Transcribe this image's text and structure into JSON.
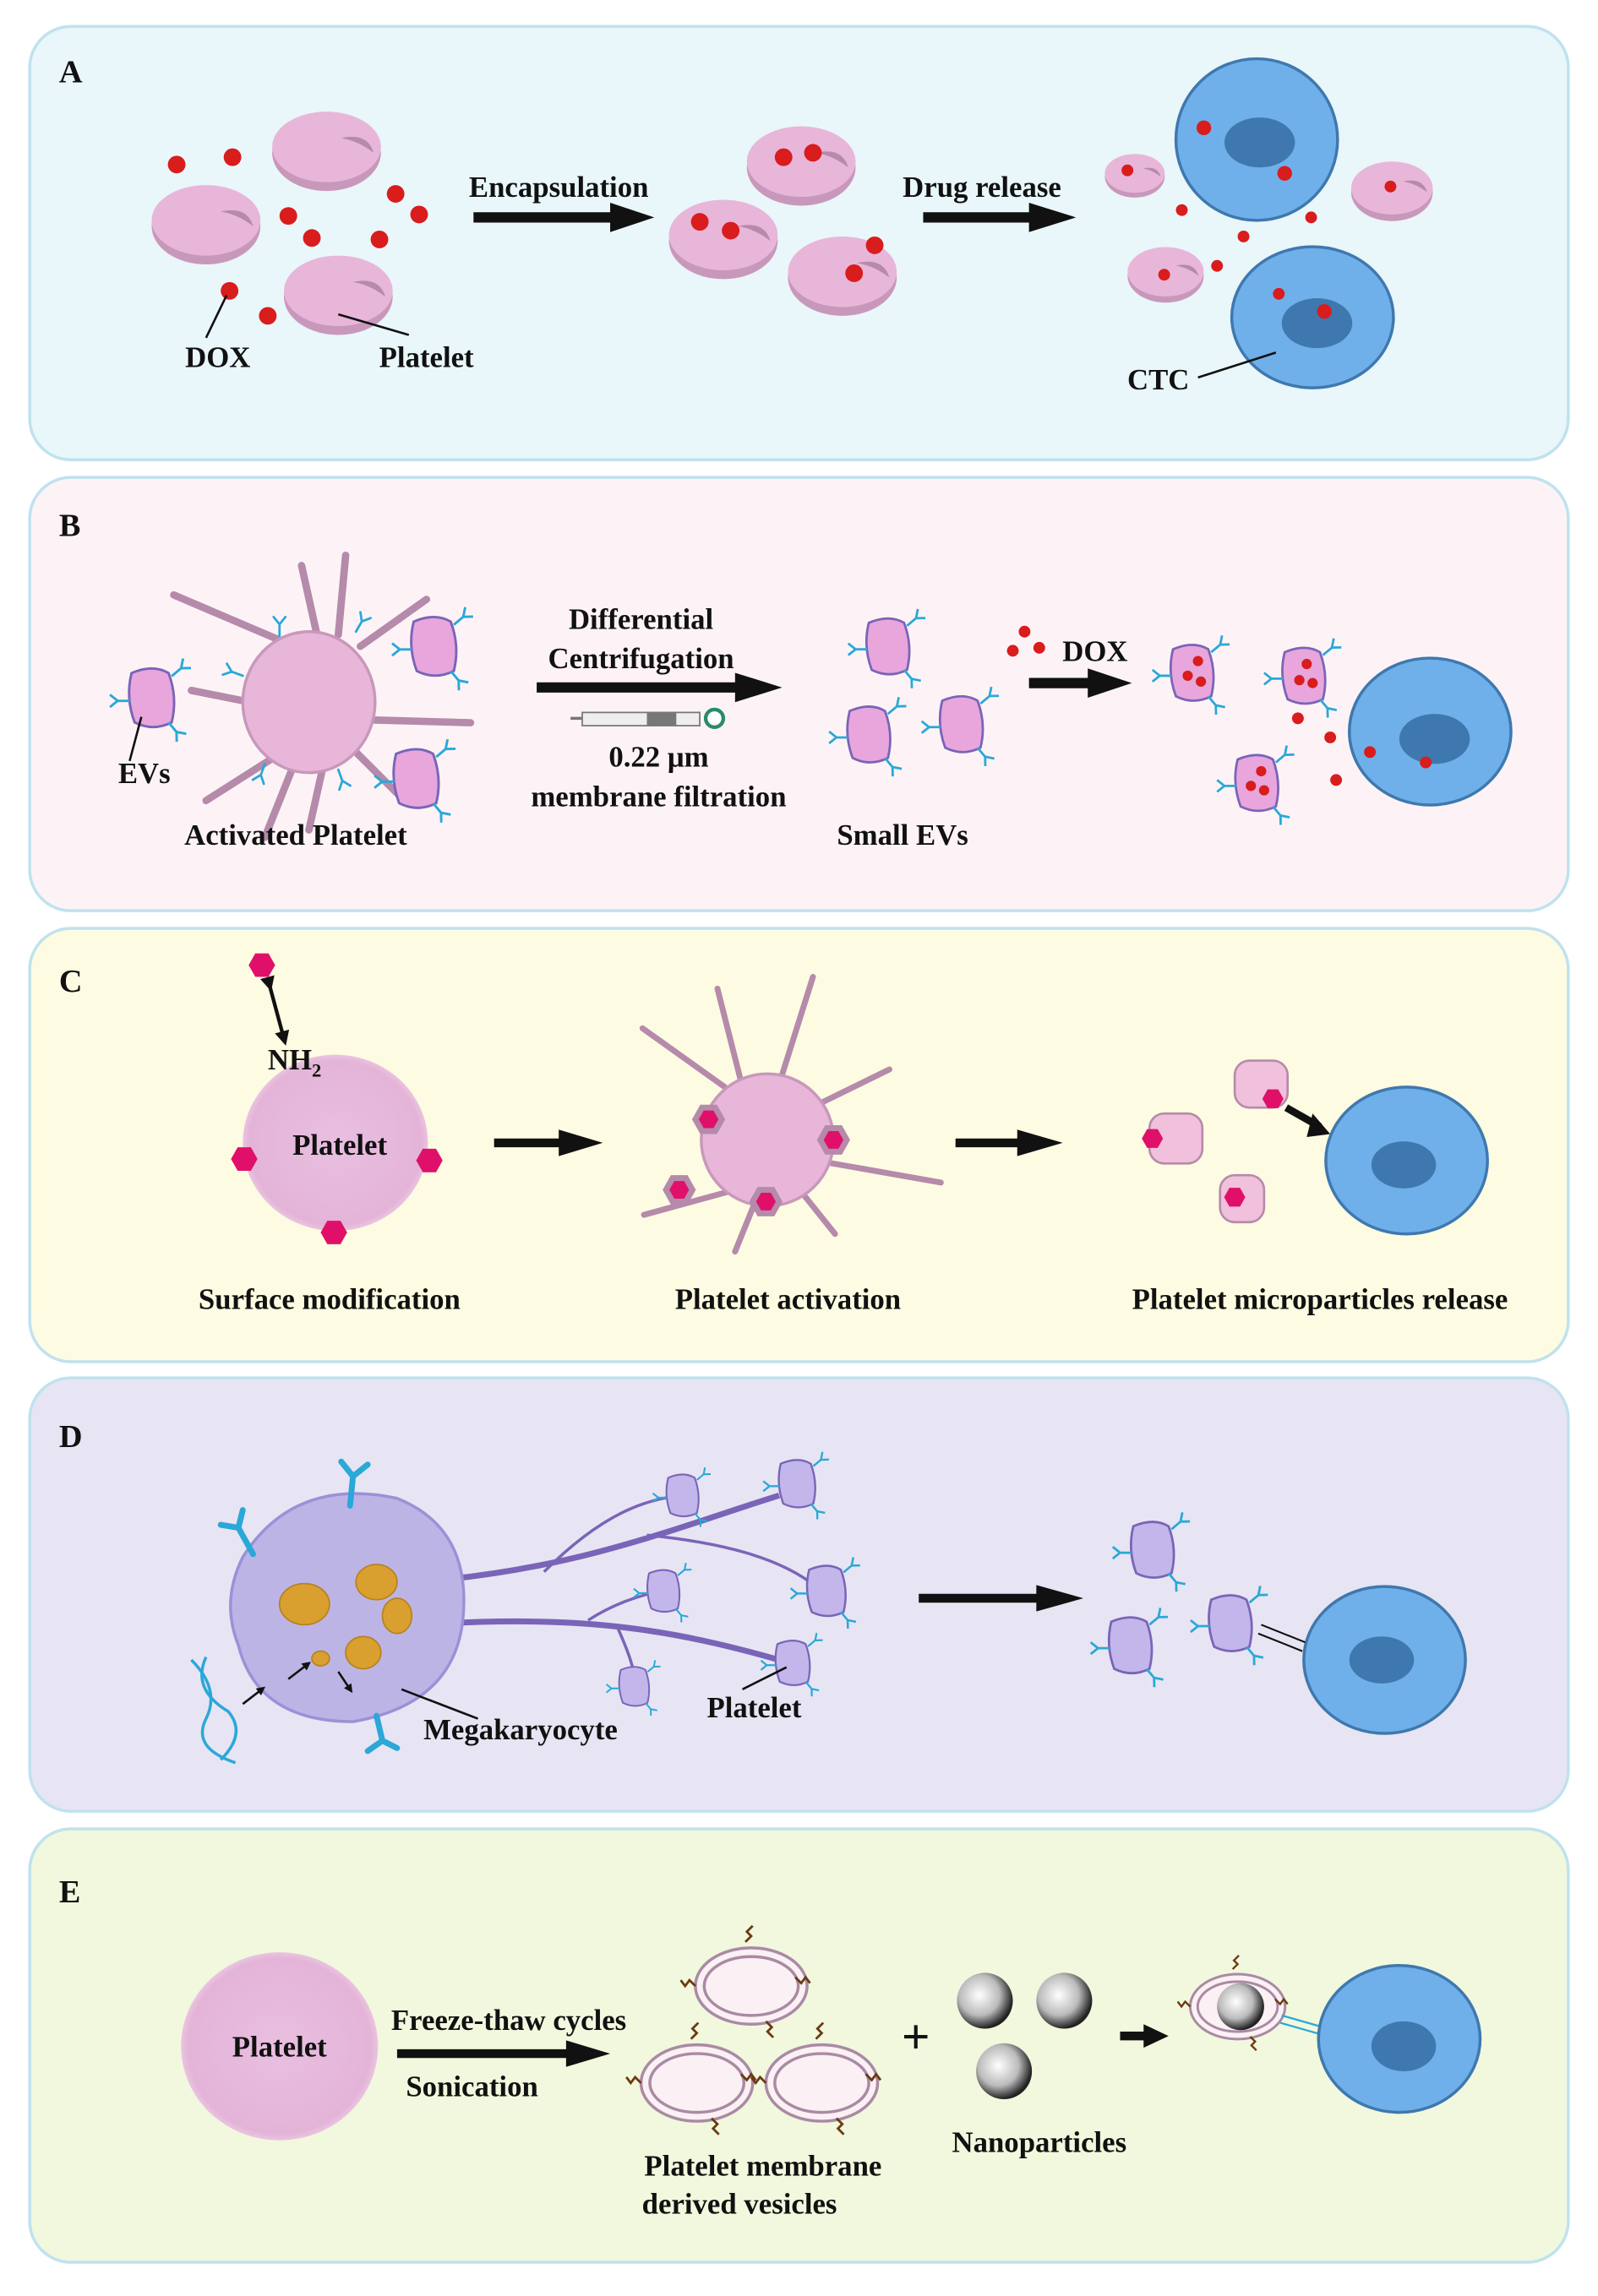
{
  "colors": {
    "panel_a_bg": "#e9f6fa",
    "panel_b_bg": "#fdf3f6",
    "panel_c_bg": "#fdfbe1",
    "panel_d_bg": "#e7e5f3",
    "panel_e_bg": "#f1f8dd",
    "panel_border": "#bfe2ee",
    "platelet": "#e8b6d9",
    "dox": "#d91c1c",
    "ctc_cell": "#6fb0ea",
    "ctc_nucleus": "#3f78ae",
    "hexagon": "#e0106a",
    "megakaryocyte": "#bdb4e6",
    "granule": "#d9a030",
    "antibody": "#2aa8d8"
  },
  "panels": {
    "a": {
      "letter": "A",
      "encapsulation": "Encapsulation",
      "drug_release": "Drug release",
      "dox": "DOX",
      "platelet": "Platelet",
      "ctc": "CTC"
    },
    "b": {
      "letter": "B",
      "evs": "EVs",
      "activated_platelet": "Activated Platelet",
      "differential": "Differential",
      "centrifugation": "Centrifugation",
      "pore": "0.22 μm",
      "filtration": "membrane filtration",
      "small_evs": "Small EVs",
      "dox": "DOX"
    },
    "c": {
      "letter": "C",
      "nh2": "NH",
      "nh2_sub": "2",
      "platelet": "Platelet",
      "surface_modification": "Surface modification",
      "platelet_activation": "Platelet activation",
      "microparticles_release": "Platelet microparticles release"
    },
    "d": {
      "letter": "D",
      "megakaryocyte": "Megakaryocyte",
      "platelet": "Platelet"
    },
    "e": {
      "letter": "E",
      "platelet": "Platelet",
      "freeze_thaw": "Freeze-thaw cycles",
      "sonication": "Sonication",
      "plus": "+",
      "vesicles_line1": "Platelet membrane",
      "vesicles_line2": "derived vesicles",
      "nanoparticles": "Nanoparticles"
    }
  }
}
